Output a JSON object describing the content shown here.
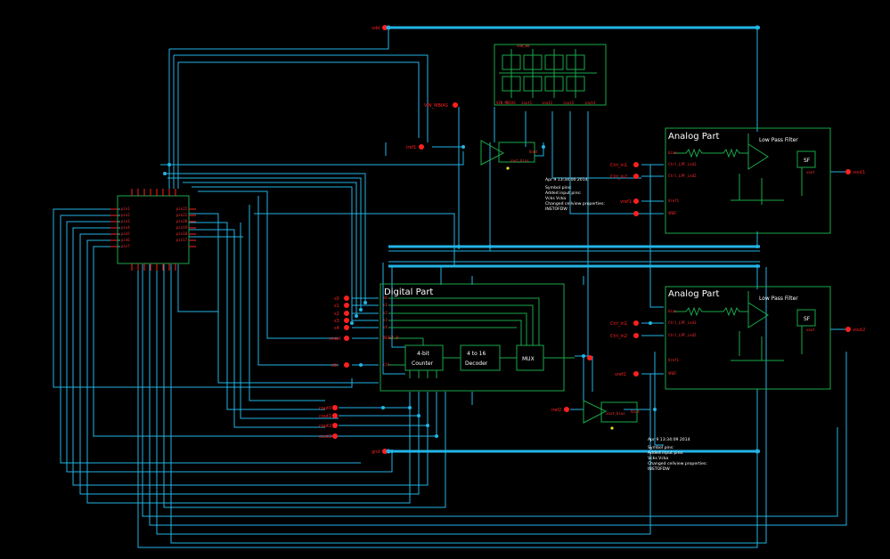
{
  "colors": {
    "background": "#000000",
    "wire": "#22b4e6",
    "component": "#1aa84a",
    "pin": "#ff2020",
    "text": "#ffffff",
    "dot": "#e0e020"
  },
  "labels": {
    "analog_part_1": "Analog Part",
    "analog_part_2": "Analog Part",
    "digital_part": "Digital Part",
    "lpf_1": "Low Pass Filter",
    "lpf_2": "Low Pass Filter",
    "sf_1": "SF",
    "sf_2": "SF",
    "counter_line1": "4-bit",
    "counter_line2": "Counter",
    "decoder_line1": "4 to 16",
    "decoder_line2": "Decoder",
    "mux": "MUX",
    "chip_title": "vdd_dp"
  },
  "pins": {
    "vdd": "vdd",
    "gnd": "gnd",
    "vin_mbias": "VIN_MBIAS",
    "iref1": "iref1",
    "iref2": "iref2",
    "out1": "vout1",
    "out2": "vout2",
    "ctrl1_in1": "Ctrl_in1",
    "ctrl1_in2": "Ctrl_in2",
    "ctrl2_in1": "Ctrl_in1",
    "ctrl2_in2": "Ctrl_in2",
    "vref1": "vref1",
    "vref2": "vref2",
    "digital_inputs": [
      "s0",
      "s1",
      "s2",
      "s3",
      "s4"
    ],
    "reset": "reset",
    "clk": "clk",
    "counter_outs": [
      "cout0",
      "cout1",
      "cout2",
      "cout3"
    ]
  },
  "notes": {
    "note1": [
      "Apr  9 13:34:00 2014",
      "Symbol pins:",
      "Added input pins:",
      "  Vcks Vcka",
      "Changed cellview properties:",
      "  INSTOFDW"
    ],
    "note2": [
      "Apr  9 13:34:09 2014",
      "Symbol pins:",
      "Added input pins:",
      "  Vcks Vcka",
      "Changed cellview properties:",
      "  INSTOFDW"
    ]
  }
}
